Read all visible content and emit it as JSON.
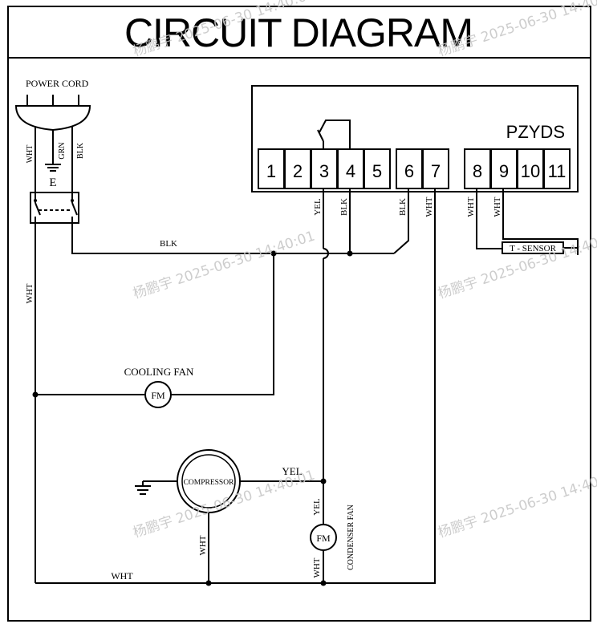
{
  "title": "CIRCUIT DIAGRAM",
  "watermark": "杨鹏宇 2025-06-30 14:40:01",
  "power_cord": {
    "label": "POWER CORD",
    "wires": [
      "WHT",
      "GRN",
      "BLK"
    ],
    "ground_label": "E"
  },
  "controller": {
    "model": "PZYDS",
    "terminals": [
      "1",
      "2",
      "3",
      "4",
      "5",
      "6",
      "7",
      "8",
      "9",
      "10",
      "11"
    ]
  },
  "wire_labels": {
    "t3": "YEL",
    "t4": "BLK",
    "t6": "BLK",
    "t7": "WHT",
    "t8": "WHT",
    "t9": "WHT",
    "main_blk": "BLK",
    "left_wht": "WHT",
    "bottom_wht": "WHT",
    "comp_yel": "YEL",
    "comp_wht": "WHT",
    "cond_yel": "YEL",
    "cond_wht": "WHT"
  },
  "sensor_label": "T - SENSOR",
  "cooling_fan": {
    "label": "COOLING FAN",
    "symbol": "FM"
  },
  "compressor": {
    "label": "COMPRESSOR"
  },
  "condenser_fan": {
    "label": "CONDENSER FAN",
    "symbol": "FM"
  },
  "colors": {
    "line": "#000000",
    "background": "#ffffff",
    "watermark": "#c8c8c8"
  }
}
